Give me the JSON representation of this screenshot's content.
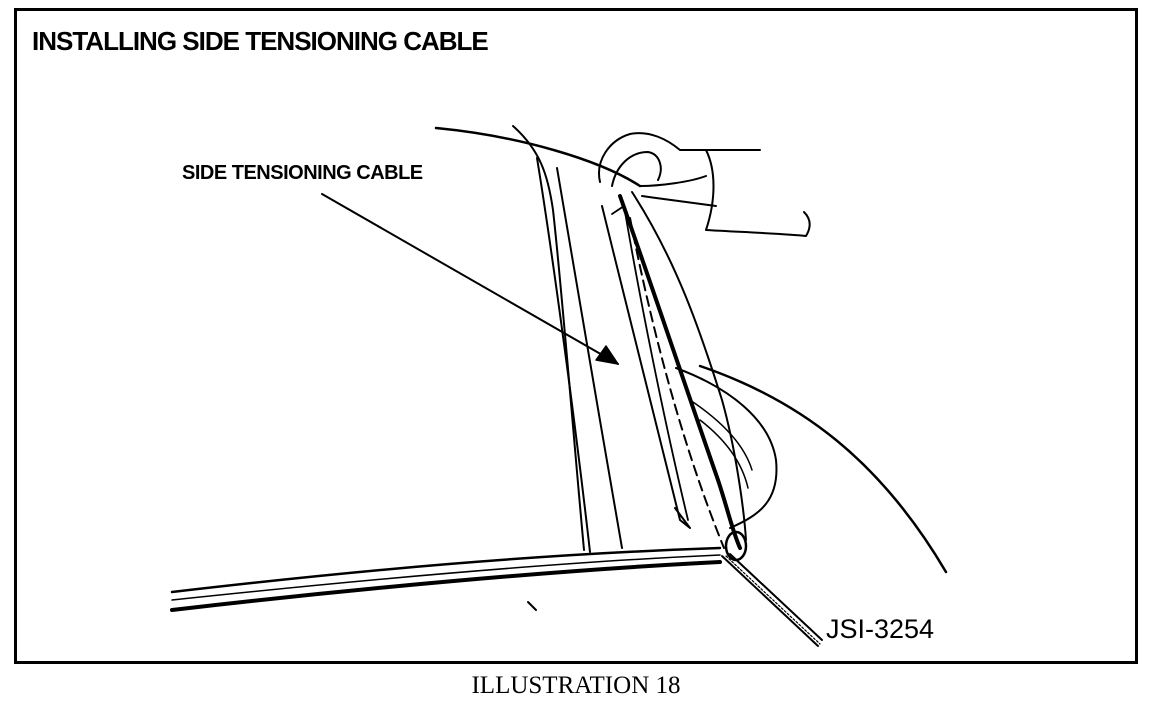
{
  "figure": {
    "title": "INSTALLING SIDE TENSIONING CABLE",
    "callout_label": "SIDE TENSIONING CABLE",
    "reference_code": "JSI-3254",
    "caption": "ILLUSTRATION 18"
  }
}
